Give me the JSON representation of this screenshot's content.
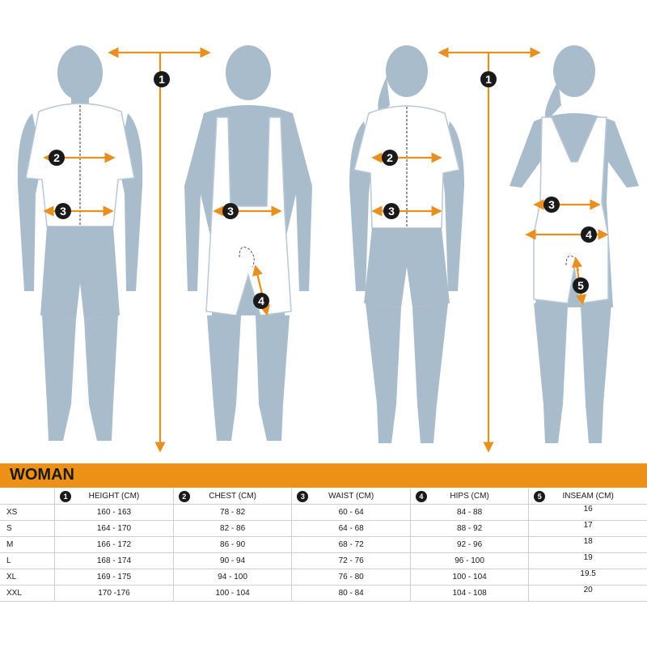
{
  "badges": {
    "height": "1",
    "chest": "2",
    "waist": "3",
    "hips": "4",
    "inseam": "5"
  },
  "table": {
    "title": "WOMAN",
    "headers": [
      "HEIGHT (CM)",
      "CHEST (CM)",
      "WAIST (CM)",
      "HIPS (CM)",
      "INSEAM (CM)"
    ],
    "rows": [
      {
        "size": "XS",
        "height": "160 - 163",
        "chest": "78 - 82",
        "waist": "60 - 64",
        "hips": "84 - 88",
        "inseam": "16"
      },
      {
        "size": "S",
        "height": "164 - 170",
        "chest": "82 - 86",
        "waist": "64 - 68",
        "hips": "88 - 92",
        "inseam": "17"
      },
      {
        "size": "M",
        "height": "166 - 172",
        "chest": "86 - 90",
        "waist": "68 - 72",
        "hips": "92 - 96",
        "inseam": "18"
      },
      {
        "size": "L",
        "height": "168 - 174",
        "chest": "90 - 94",
        "waist": "72 - 76",
        "hips": "96 - 100",
        "inseam": "19"
      },
      {
        "size": "XL",
        "height": "169 - 175",
        "chest": "94 - 100",
        "waist": "76 - 80",
        "hips": "100 - 104",
        "inseam": "19.5"
      },
      {
        "size": "XXL",
        "height": "170 -176",
        "chest": "100 - 104",
        "waist": "80 - 84",
        "hips": "104 - 108",
        "inseam": "20"
      }
    ]
  },
  "colors": {
    "accent": "#ed9016",
    "silhouette": "#a9bccb",
    "text": "#1a1a1a"
  }
}
